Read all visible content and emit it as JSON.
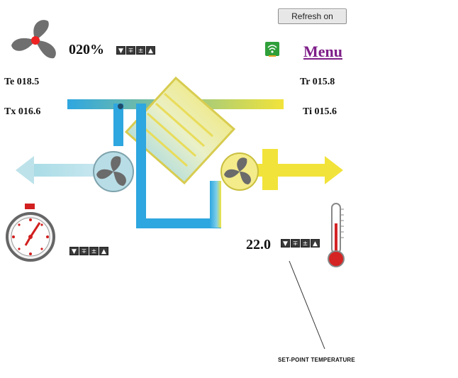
{
  "header": {
    "refresh_label": "Refresh on",
    "menu_label": "Menu"
  },
  "fan": {
    "speed": "020%"
  },
  "temps": {
    "te": "Te 018.5",
    "tx": "Tx 016.6",
    "tr": "Tr 015.8",
    "ti": "Ti 015.6"
  },
  "setpoint": {
    "value": "22.0",
    "caption": "SET-POINT TEMPERATURE"
  },
  "stepper_glyphs": {
    "up": "▼",
    "down": "∓",
    "plusminus": "±",
    "up2": "▲"
  },
  "colors": {
    "supply": "#f2e33a",
    "extract": "#2ea6e0",
    "menu": "#7e1d88",
    "alert": "#d62020"
  },
  "icons": [
    "fan-icon",
    "network-icon",
    "stopwatch-icon",
    "thermometer-icon"
  ]
}
